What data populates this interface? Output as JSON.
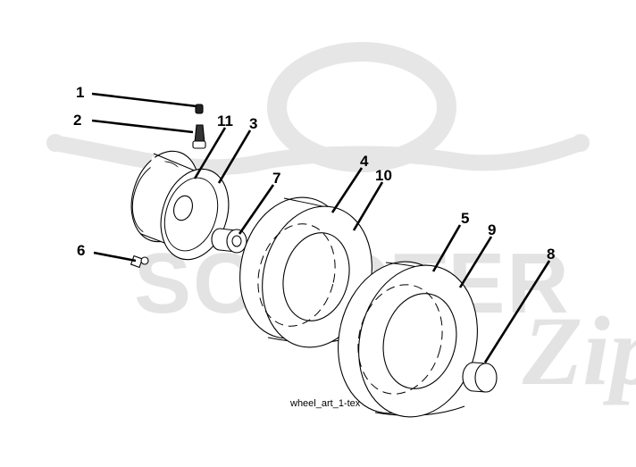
{
  "diagram": {
    "caption": "wheel_art_1-tex",
    "callouts": [
      "1",
      "2",
      "11",
      "3",
      "7",
      "4",
      "10",
      "5",
      "9",
      "8",
      "6"
    ],
    "watermark": {
      "text_main": "SCOOTER",
      "text_script": "Zip"
    },
    "colors": {
      "line": "#000000",
      "watermark": "#e3e3e3",
      "background": "#ffffff"
    }
  }
}
